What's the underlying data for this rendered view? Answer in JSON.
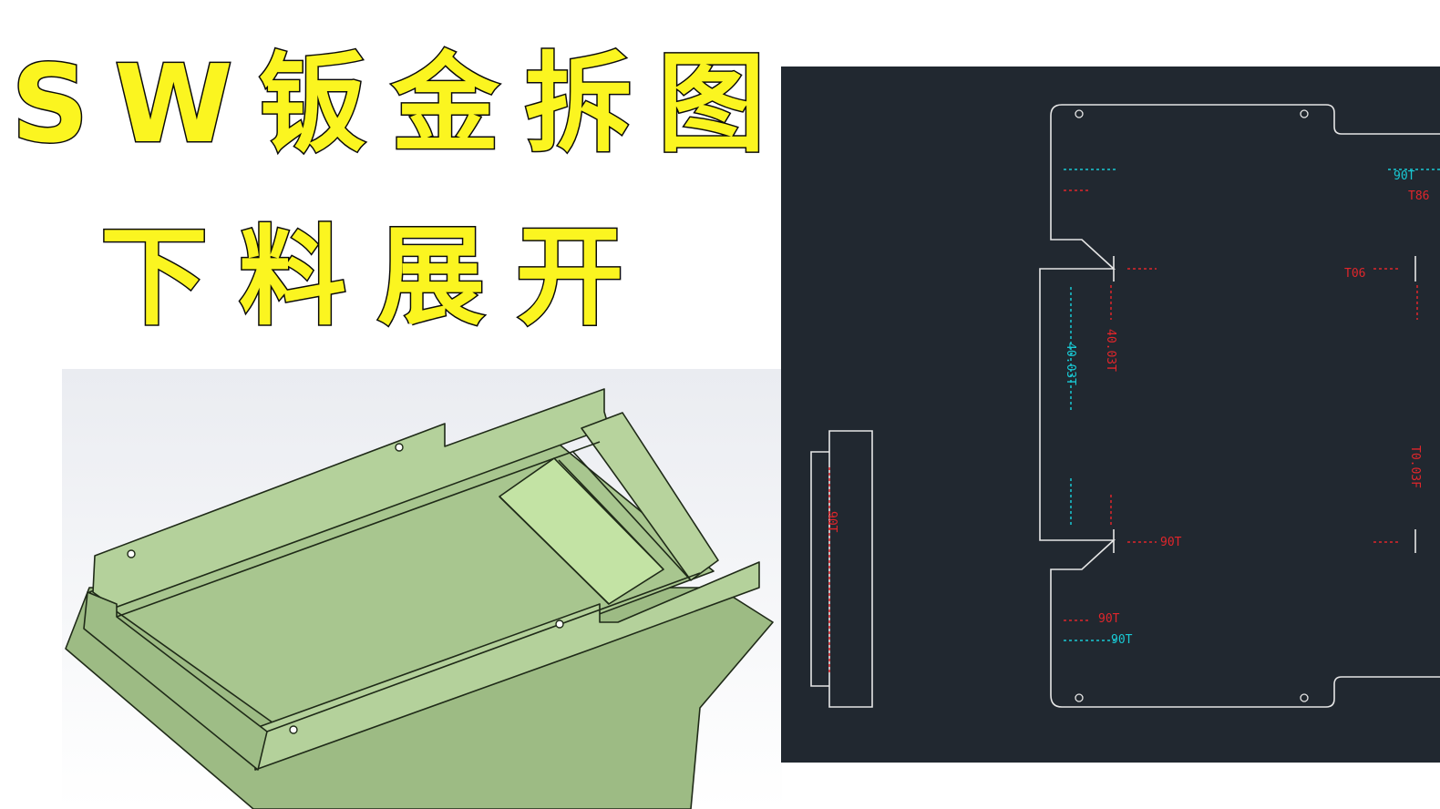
{
  "title": {
    "line1": "SW钣金拆图",
    "line2": "下料展开"
  },
  "colors": {
    "title_fill": "#fbf520",
    "title_stroke": "#0b0b0b",
    "cad_background": "#212830",
    "cad_outline": "#e6e6e6",
    "bend_up": "#19c9d4",
    "bend_down": "#e0262b",
    "model_fill": "#a9c98e"
  },
  "cad_labels": {
    "top_right_cyan": "90T",
    "top_right_red": "T86",
    "mid_right_red": "T06",
    "left_bend_cyan": "40.03T",
    "left_bend_red": "40.03T",
    "right_bend_red": "T0.03F",
    "bottom_center_red": "90T",
    "bottom_left_red": "90T",
    "bottom_left_cyan": "90T",
    "side_strip_red": "90T"
  },
  "icons": {
    "model": "sheet-metal-part-3d-icon",
    "flat": "flat-pattern-drawing-icon"
  }
}
